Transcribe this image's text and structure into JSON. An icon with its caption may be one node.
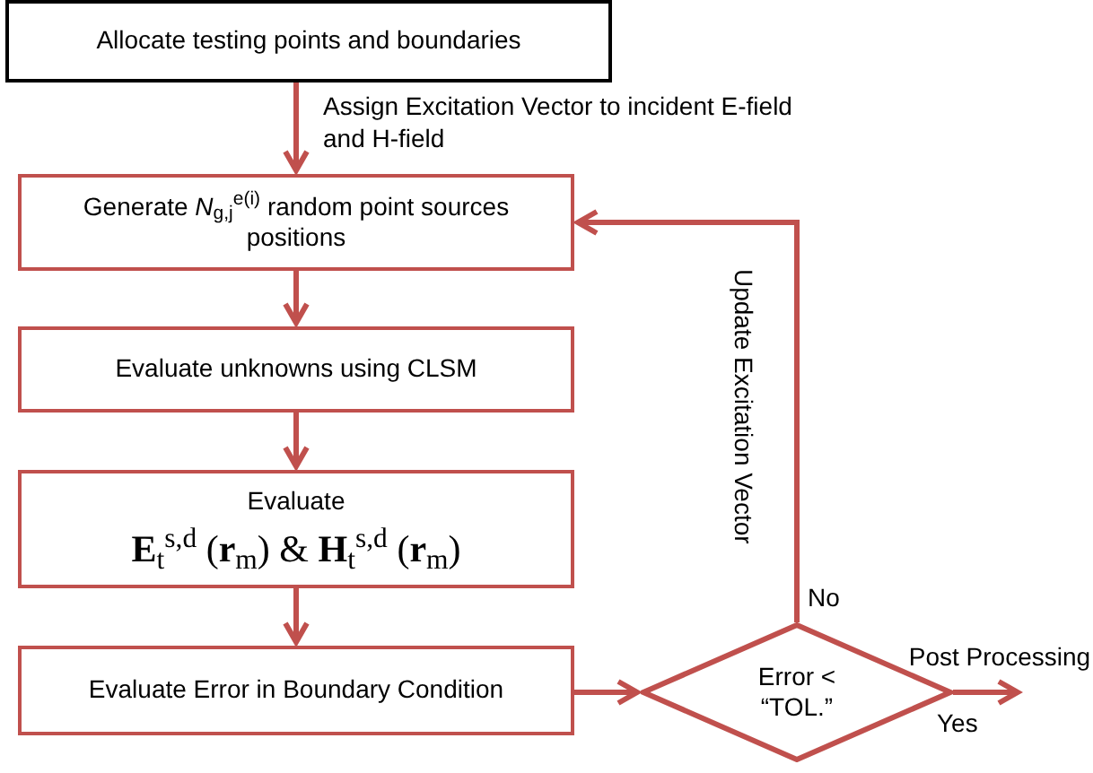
{
  "diagram": {
    "nodes": [
      {
        "text": [
          "Allocate testing points and boundaries"
        ]
      },
      {
        "text": [
          "Generate *N*$_{g,j}$$^{e(i)}$ random point sources positions"
        ]
      },
      {
        "text": [
          "Evaluate unknowns using CLSM"
        ]
      },
      {
        "text": [
          "Evaluate",
          "**E**$_{t}$$^{s,d}$ (**r**$_{m}$) & **H**$_{t}$$^{s,d}$ (**r**$_{m}$)"
        ]
      },
      {
        "text": [
          "Evaluate Error in Boundary Condition"
        ]
      },
      {
        "text": [
          "Error < “TOL.”"
        ]
      },
      {
        "text": [
          "Post Processing"
        ]
      }
    ],
    "edges": [
      {
        "from": 0,
        "to": 1,
        "arrow": "to",
        "label": "Assign Excitation Vector to incident E-field and H-field"
      },
      {
        "from": 1,
        "to": 2,
        "arrow": "to"
      },
      {
        "from": 2,
        "to": 3,
        "arrow": "to"
      },
      {
        "from": 3,
        "to": 4,
        "arrow": "to"
      },
      {
        "from": 4,
        "to": 5,
        "arrow": "to"
      },
      {
        "from": 5,
        "to": 1,
        "arrow": "to",
        "label": "Update Excitation Vector"
      },
      {
        "from": 5,
        "to": 6,
        "arrow": "to",
        "label": "Yes"
      }
    ],
    "labels": [
      "No"
    ]
  }
}
